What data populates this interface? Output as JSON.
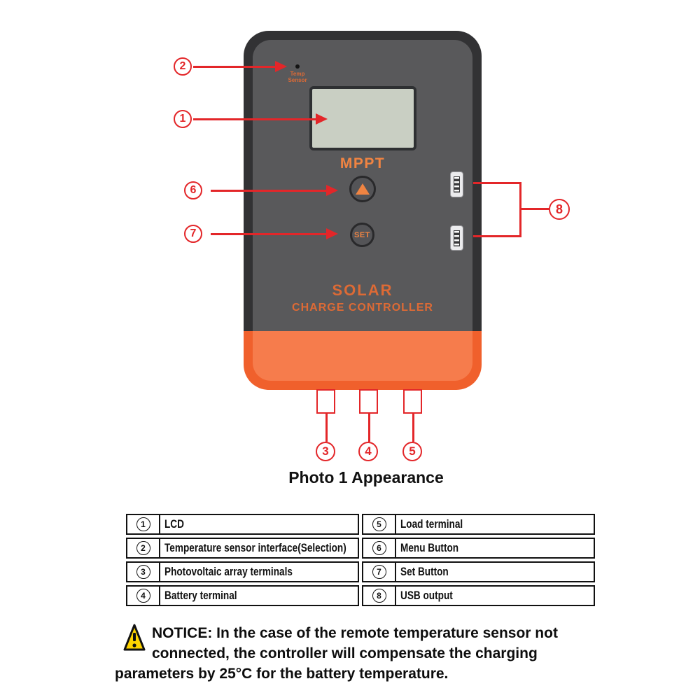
{
  "colors": {
    "red": "#e32629",
    "frame-dark": "#323234",
    "face-gray": "#59595b",
    "orange-outer": "#f0602c",
    "orange-inner": "#f67c4c",
    "lcd-green": "#c9cfc3",
    "brand-orange": "#dd6a35",
    "button-orange": "#f08442",
    "warn-yellow": "#ffd400",
    "ink": "#111111"
  },
  "device": {
    "temp_sensor_label_line1": "Temp",
    "temp_sensor_label_line2": "Sensor",
    "mppt_label": "MPPT",
    "set_button_label": "SET",
    "brand_line1": "SOLAR",
    "brand_line2": "CHARGE CONTROLLER"
  },
  "callouts": {
    "c1": "1",
    "c2": "2",
    "c3": "3",
    "c4": "4",
    "c5": "5",
    "c6": "6",
    "c7": "7",
    "c8": "8"
  },
  "caption": "Photo 1 Appearance",
  "legend": {
    "left": [
      {
        "num": "1",
        "label": "LCD"
      },
      {
        "num": "2",
        "label": "Temperature sensor interface(Selection)"
      },
      {
        "num": "3",
        "label": "Photovoltaic array terminals"
      },
      {
        "num": "4",
        "label": "Battery terminal"
      }
    ],
    "right": [
      {
        "num": "5",
        "label": "Load terminal"
      },
      {
        "num": "6",
        "label": "Menu Button"
      },
      {
        "num": "7",
        "label": "Set Button"
      },
      {
        "num": "8",
        "label": "USB output"
      }
    ]
  },
  "notice": {
    "line1": "NOTICE: In the case of the remote temperature sensor not",
    "line2": "connected, the controller will compensate the charging",
    "line3": "parameters by 25°C for the battery temperature."
  }
}
